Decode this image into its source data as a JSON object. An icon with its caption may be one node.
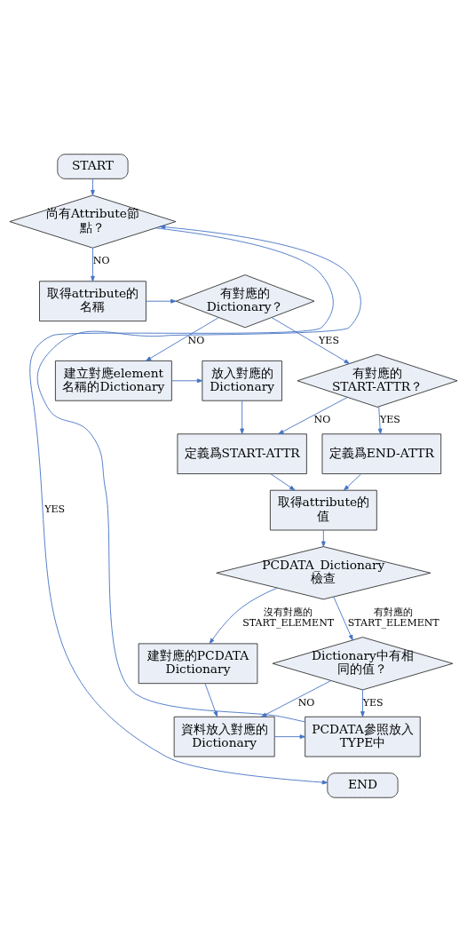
{
  "diagram": {
    "nodes": [
      {
        "text": [
          "START"
        ]
      },
      {
        "text": [
          "尚有Attribute節點？"
        ]
      },
      {
        "text": [
          "取得attribute的名稱"
        ]
      },
      {
        "text": [
          "有對應的Dictionary？"
        ]
      },
      {
        "text": [
          "建立對應element名稱的Dictionary"
        ]
      },
      {
        "text": [
          "放入對應的Dictionary"
        ]
      },
      {
        "text": [
          "有對應的START-ATTR？"
        ]
      },
      {
        "text": [
          "定義爲START-ATTR"
        ]
      },
      {
        "text": [
          "定義爲END-ATTR"
        ]
      },
      {
        "text": [
          "取得attribute的值"
        ]
      },
      {
        "text": [
          "PCDATA_Dictionary檢查"
        ]
      },
      {
        "text": [
          "建對應的PCDATA Dictionary"
        ]
      },
      {
        "text": [
          "Dictionary中有相同的值？"
        ]
      },
      {
        "text": [
          "資料放入對應的Dictionary"
        ]
      },
      {
        "text": [
          "PCDATA參照放入TYPE中"
        ]
      },
      {
        "text": [
          "END"
        ]
      }
    ],
    "edges": [
      {
        "from": 0,
        "to": 1,
        "arrow": "to"
      },
      {
        "from": 1,
        "to": 2,
        "arrow": "to",
        "label": "NO"
      },
      {
        "from": 1,
        "to": 15,
        "arrow": "to",
        "label": "YES"
      },
      {
        "from": 2,
        "to": 3,
        "arrow": "to"
      },
      {
        "from": 3,
        "to": 4,
        "arrow": "to",
        "label": "NO"
      },
      {
        "from": 3,
        "to": 6,
        "arrow": "to",
        "label": "YES"
      },
      {
        "from": 4,
        "to": 5,
        "arrow": "to"
      },
      {
        "from": 5,
        "to": 7,
        "arrow": "to"
      },
      {
        "from": 6,
        "to": 7,
        "arrow": "to",
        "label": "NO"
      },
      {
        "from": 6,
        "to": 8,
        "arrow": "to",
        "label": "YES"
      },
      {
        "from": 7,
        "to": 9,
        "arrow": "to"
      },
      {
        "from": 8,
        "to": 9,
        "arrow": "to"
      },
      {
        "from": 9,
        "to": 10,
        "arrow": "to"
      },
      {
        "from": 10,
        "to": 11,
        "arrow": "to",
        "label": "沒有對應的START_ELEMENT"
      },
      {
        "from": 10,
        "to": 12,
        "arrow": "to",
        "label": "有對應的START_ELEMENT"
      },
      {
        "from": 11,
        "to": 13,
        "arrow": "to"
      },
      {
        "from": 12,
        "to": 13,
        "arrow": "to",
        "label": "NO"
      },
      {
        "from": 12,
        "to": 14,
        "arrow": "to",
        "label": "YES"
      },
      {
        "from": 13,
        "to": 14,
        "arrow": "to"
      },
      {
        "from": 14,
        "to": 1,
        "arrow": "to"
      }
    ]
  }
}
